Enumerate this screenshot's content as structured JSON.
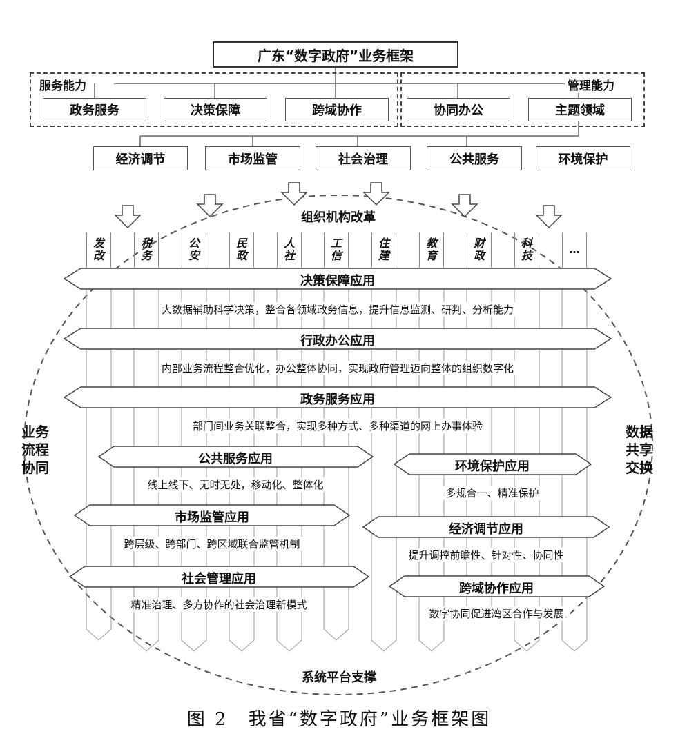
{
  "title": "广东“数字政府”业务框架",
  "service_capability": {
    "label": "服务能力",
    "items": [
      "政务服务",
      "决策保障",
      "跨域协作"
    ]
  },
  "management_capability": {
    "label": "管理能力",
    "items": [
      "协同办公",
      "主题领域"
    ]
  },
  "domains": [
    "经济调节",
    "市场监管",
    "社会治理",
    "公共服务",
    "环境保护"
  ],
  "org_reform": "组织机构改革",
  "departments": [
    [
      "发",
      "改"
    ],
    [
      "税",
      "务"
    ],
    [
      "公",
      "安"
    ],
    [
      "民",
      "政"
    ],
    [
      "人",
      "社"
    ],
    [
      "工",
      "信"
    ],
    [
      "住",
      "建"
    ],
    [
      "教",
      "育"
    ],
    [
      "财",
      "政"
    ],
    [
      "科",
      "技"
    ],
    [
      "…"
    ]
  ],
  "applications": {
    "decision": {
      "name": "决策保障应用",
      "desc": "大数据辅助科学决策，整合各领域政务信息，提升信息监测、研判、分析能力"
    },
    "office": {
      "name": "行政办公应用",
      "desc": "内部业务流程整合优化，办公整体协同，实现政府管理迈向整体的组织数字化"
    },
    "gov_service": {
      "name": "政务服务应用",
      "desc": "部门间业务关联整合，实现多种方式、多种渠道的网上办事体验"
    },
    "public_service": {
      "name": "公共服务应用",
      "desc": "线上线下、无时无处，移动化、整体化"
    },
    "market": {
      "name": "市场监管应用",
      "desc": "跨层级、跨部门、跨区域联合监管机制"
    },
    "social": {
      "name": "社会管理应用",
      "desc": "精准治理、多方协作的社会治理新模式"
    },
    "environment": {
      "name": "环境保护应用",
      "desc": "多规合一、精准保护"
    },
    "economy": {
      "name": "经济调节应用",
      "desc": "提升调控前瞻性、针对性、协同性"
    },
    "cross_domain": {
      "name": "跨域协作应用",
      "desc": "数字协同促进湾区合作与发展"
    }
  },
  "left_label": "业务流程协同",
  "right_label": "数据共享交换",
  "platform_support": "系统平台支撑",
  "caption": "图 2　我省“数字政府”业务框架图"
}
